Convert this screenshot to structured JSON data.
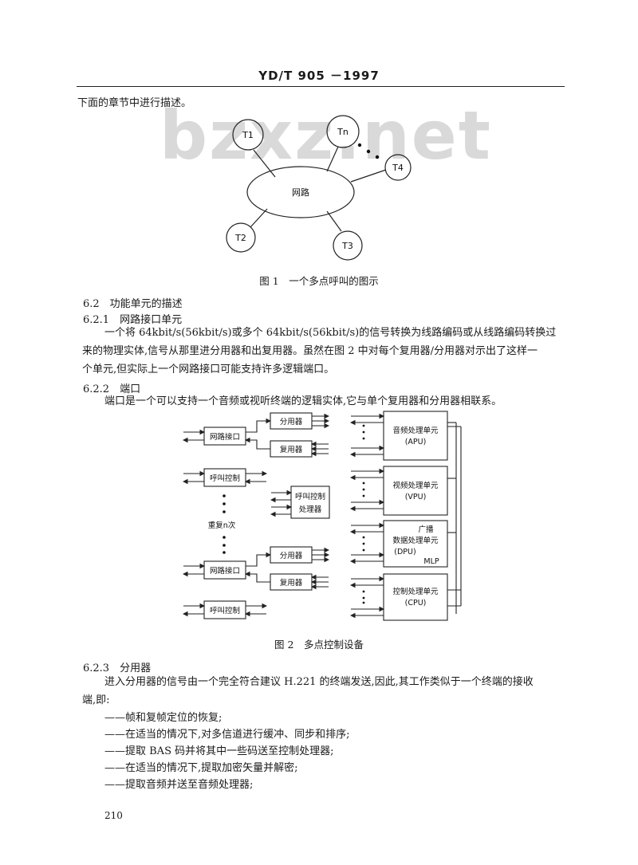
{
  "header": {
    "title": "YD/T 905 －1997"
  },
  "watermark": "bzxz.net",
  "intro_line": "下面的章节中进行描述。",
  "figure1": {
    "center": "网路",
    "nodes": [
      "T1",
      "T2",
      "T3",
      "T4",
      "Tn"
    ],
    "caption": "图 1　一个多点呼叫的图示"
  },
  "sec_6_2": "6.2　功能单元的描述",
  "sec_6_2_1": "6.2.1　网路接口单元",
  "p_6_2_1": [
    "一个将 64kbit/s(56kbit/s)或多个 64kbit/s(56kbit/s)的信号转换为线路编码或从线路编码转换过",
    "来的物理实体,信号从那里进分用器和出复用器。虽然在图 2 中对每个复用器/分用器对示出了这样一",
    "个单元,但实际上一个网路接口可能支持许多逻辑端口。"
  ],
  "sec_6_2_2": "6.2.2　端口",
  "p_6_2_2": "端口是一个可以支持一个音频或视听终端的逻辑实体,它与单个复用器和分用器相联系。",
  "figure2": {
    "network_interface": "网路接口",
    "demux": "分用器",
    "mux": "复用器",
    "call_control": "呼叫控制",
    "call_control_processor": [
      "呼叫控制",
      "处理器"
    ],
    "repeat": "重复n次",
    "apu": [
      "音频处理单元",
      "(APU)"
    ],
    "vpu": [
      "视频处理单元",
      "(VPU)"
    ],
    "dpu": [
      "广播",
      "数据处理单元",
      "(DPU)",
      "MLP"
    ],
    "cpu": [
      "控制处理单元",
      "(CPU)"
    ],
    "caption": "图 2　多点控制设备"
  },
  "sec_6_2_3": "6.2.3　分用器",
  "p_6_2_3": [
    "进入分用器的信号由一个完全符合建议 H.221 的终端发送,因此,其工作类似于一个终端的接收",
    "端,即:"
  ],
  "list_items": [
    "——帧和复帧定位的恢复;",
    "——在适当的情况下,对多信道进行缓冲、同步和排序;",
    "——提取 BAS 码并将其中一些码送至控制处理器;",
    "——在适当的情况下,提取加密矢量并解密;",
    "——提取音频并送至音频处理器;"
  ],
  "page_number": "210"
}
